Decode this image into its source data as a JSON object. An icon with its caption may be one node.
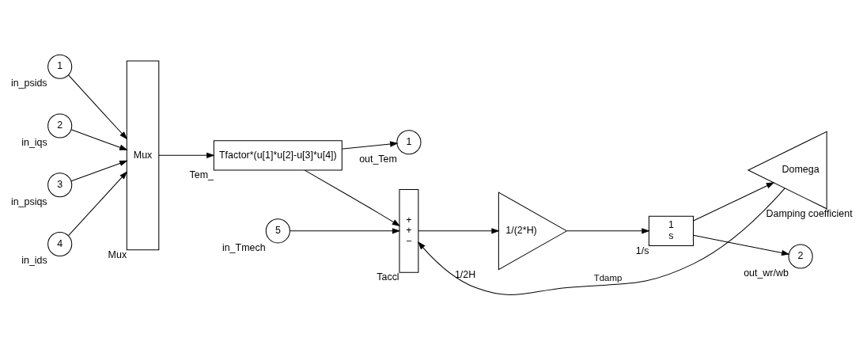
{
  "diagram": {
    "nodes": [
      {
        "text": [
          "1"
        ],
        "beside": [
          "in_psids"
        ]
      },
      {
        "text": [
          "2"
        ],
        "beside": [
          "in_iqs"
        ]
      },
      {
        "text": [
          "3"
        ],
        "beside": [
          "in_psiqs"
        ]
      },
      {
        "text": [
          "4"
        ],
        "beside": [
          "in_ids"
        ]
      },
      {
        "text": [
          "5"
        ],
        "beside": [
          "in_Tmech"
        ]
      },
      {
        "text": [
          "Mux"
        ],
        "beside": [
          "Mux"
        ]
      },
      {
        "text": [
          "Tfactor*(u[1]*u[2]-u[3]*u[4])"
        ],
        "beside": [
          "Tem_"
        ]
      },
      {
        "text": [
          "+",
          "+",
          "−"
        ],
        "beside": [
          "Taccl"
        ]
      },
      {
        "text": [
          "1/(2*H)"
        ],
        "beside": [
          "1/2H"
        ]
      },
      {
        "text": [
          "1",
          "s"
        ],
        "beside": [
          "1/s"
        ]
      },
      {
        "text": [
          "1"
        ],
        "beside": [
          "out_Tem"
        ]
      },
      {
        "text": [
          "2"
        ],
        "beside": [
          "out_wr/wb"
        ]
      },
      {
        "text": [
          "Domega"
        ],
        "beside": [
          "Damping coefficient"
        ]
      }
    ],
    "edges": [
      {
        "from": 0,
        "to": 5,
        "arrow": "to"
      },
      {
        "from": 1,
        "to": 5,
        "arrow": "to"
      },
      {
        "from": 2,
        "to": 5,
        "arrow": "to"
      },
      {
        "from": 3,
        "to": 5,
        "arrow": "to"
      },
      {
        "from": 5,
        "to": 6,
        "arrow": "to"
      },
      {
        "from": 6,
        "to": 10,
        "arrow": "to"
      },
      {
        "from": 6,
        "to": 7,
        "arrow": "to"
      },
      {
        "from": 4,
        "to": 7,
        "arrow": "to"
      },
      {
        "from": 7,
        "to": 8,
        "arrow": "to"
      },
      {
        "from": 8,
        "to": 9,
        "arrow": "to"
      },
      {
        "from": 9,
        "to": 11,
        "arrow": "to"
      },
      {
        "from": 9,
        "to": 12,
        "arrow": "to"
      },
      {
        "from": 12,
        "to": 7,
        "arrow": "to",
        "label": "Tdamp"
      }
    ]
  }
}
